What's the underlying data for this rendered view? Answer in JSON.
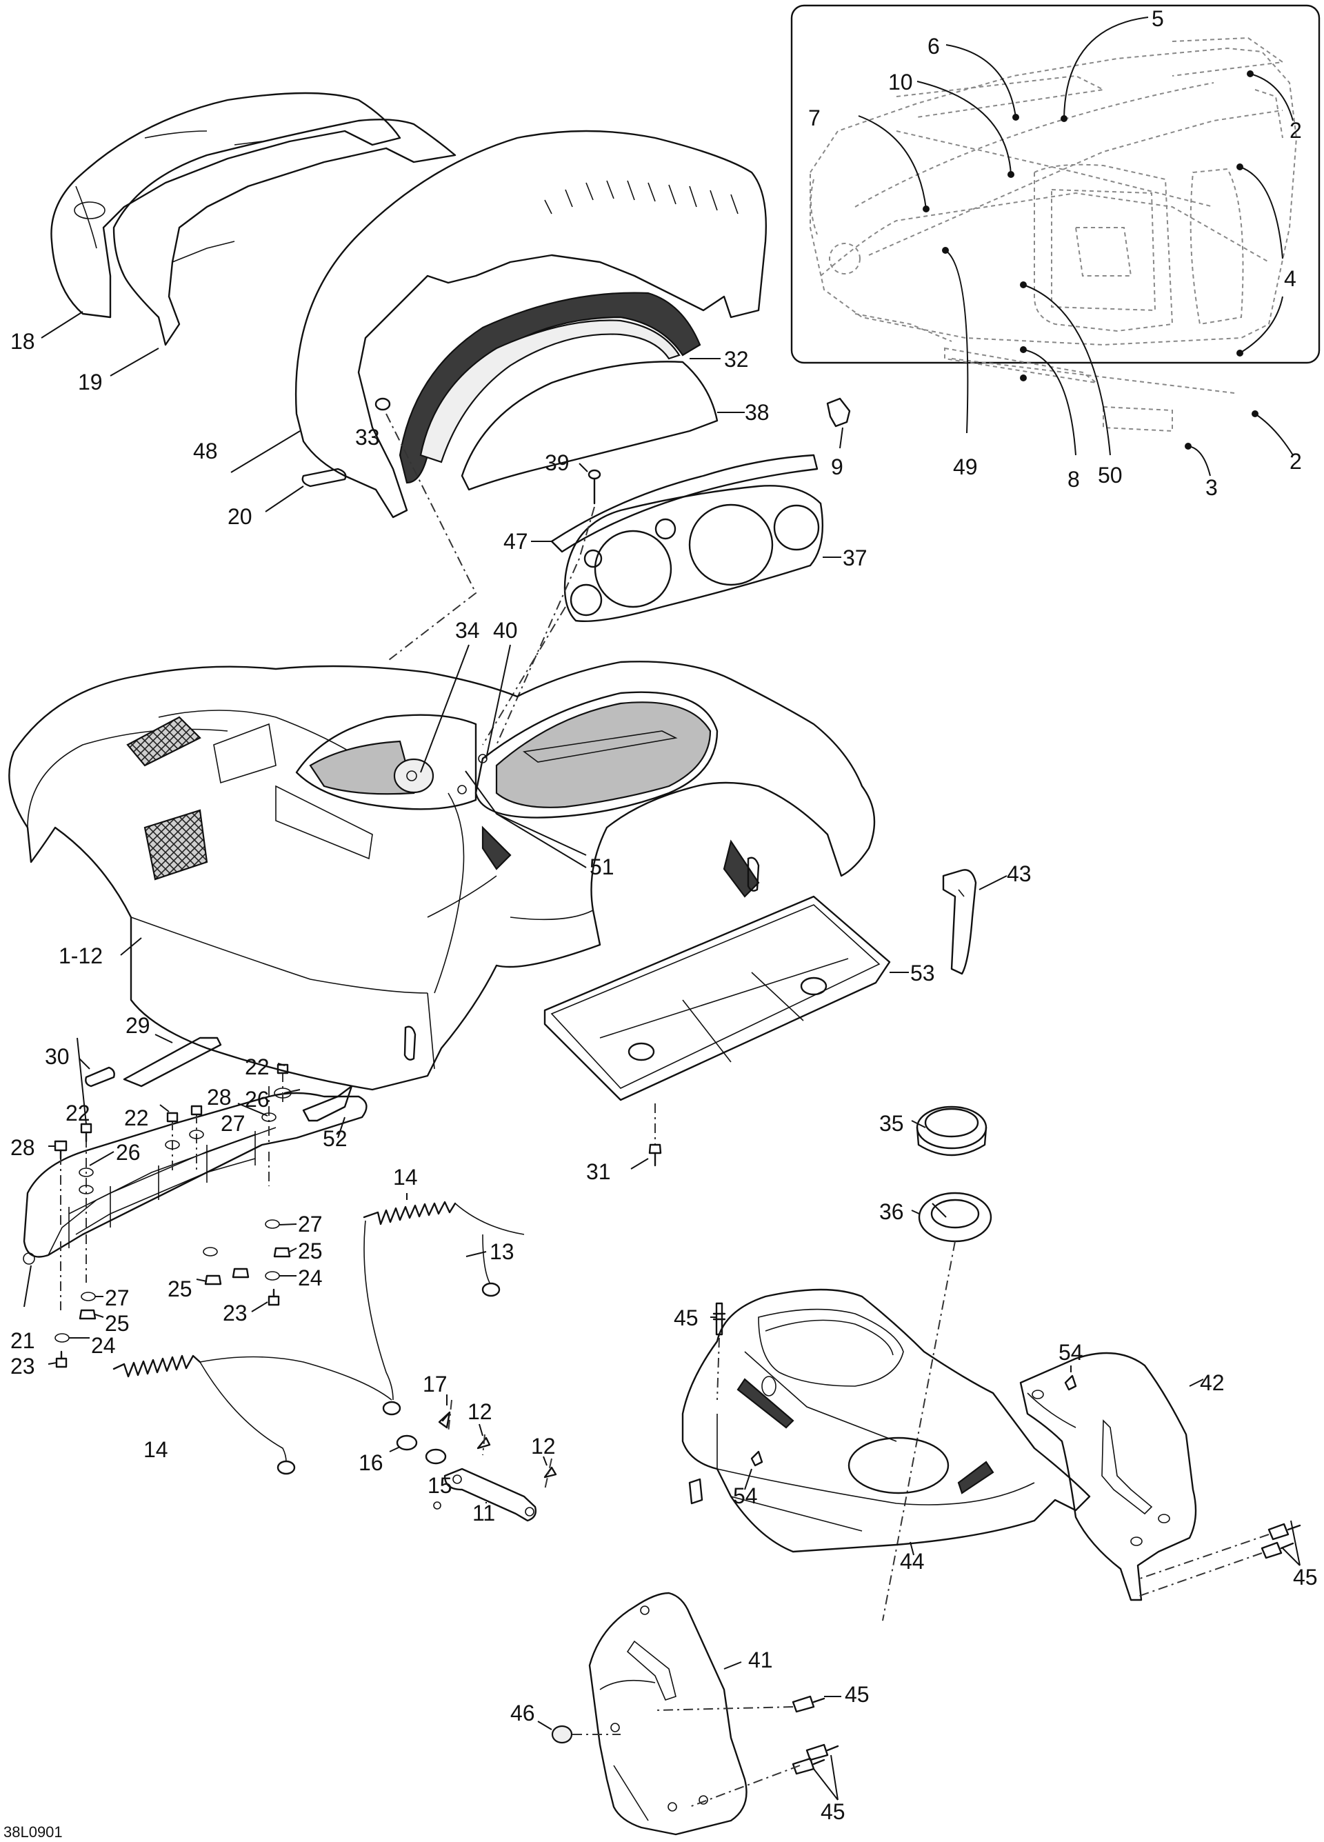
{
  "diagram_code": "38L0901",
  "callouts": {
    "c1_12": "1-12",
    "c2a": "2",
    "c2b": "2",
    "c3": "3",
    "c4": "4",
    "c5": "5",
    "c6": "6",
    "c7": "7",
    "c8": "8",
    "c9": "9",
    "c10": "10",
    "c11": "11",
    "c12a": "12",
    "c12b": "12",
    "c13": "13",
    "c14a": "14",
    "c14b": "14",
    "c15": "15",
    "c16": "16",
    "c17": "17",
    "c18": "18",
    "c19": "19",
    "c20": "20",
    "c21": "21",
    "c22a": "22",
    "c22b": "22",
    "c22c": "22",
    "c23a": "23",
    "c23b": "23",
    "c24a": "24",
    "c24b": "24",
    "c25a": "25",
    "c25b": "25",
    "c25c": "25",
    "c26a": "26",
    "c26b": "26",
    "c27a": "27",
    "c27b": "27",
    "c27c": "27",
    "c28a": "28",
    "c28b": "28",
    "c29": "29",
    "c30": "30",
    "c31": "31",
    "c32": "32",
    "c33": "33",
    "c34": "34",
    "c35": "35",
    "c36": "36",
    "c37": "37",
    "c38": "38",
    "c39": "39",
    "c40": "40",
    "c41": "41",
    "c42": "42",
    "c43": "43",
    "c44": "44",
    "c45a": "45",
    "c45b": "45",
    "c45c": "45",
    "c45d": "45",
    "c46": "46",
    "c47": "47",
    "c48": "48",
    "c49": "49",
    "c50": "50",
    "c51": "51",
    "c52": "52",
    "c53": "53",
    "c54a": "54",
    "c54b": "54"
  }
}
